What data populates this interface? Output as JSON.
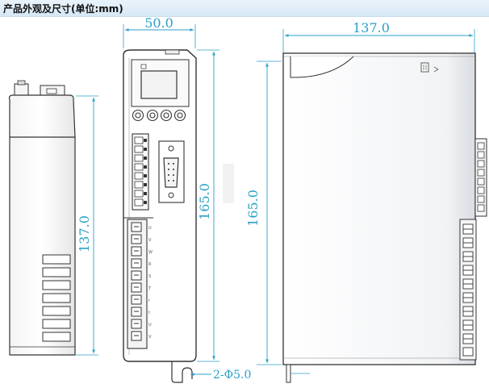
{
  "title": "产品外观及尺寸(单位:mm)",
  "dimensions": {
    "front_width": "50.0",
    "side_depth": "137.0",
    "front_height": "165.0",
    "side_height": "165.0",
    "top_view_depth": "137.0",
    "mounting_hole": "2-Φ5.0"
  },
  "terminal_labels": [
    "U",
    "V",
    "W",
    "R",
    "S",
    "T",
    "r",
    "t",
    "U",
    "V"
  ],
  "colors": {
    "dimension": "#2aa0c8",
    "outline": "#333333",
    "header_band": "#d6e8f6",
    "side_shade": "#e4e8ec"
  }
}
